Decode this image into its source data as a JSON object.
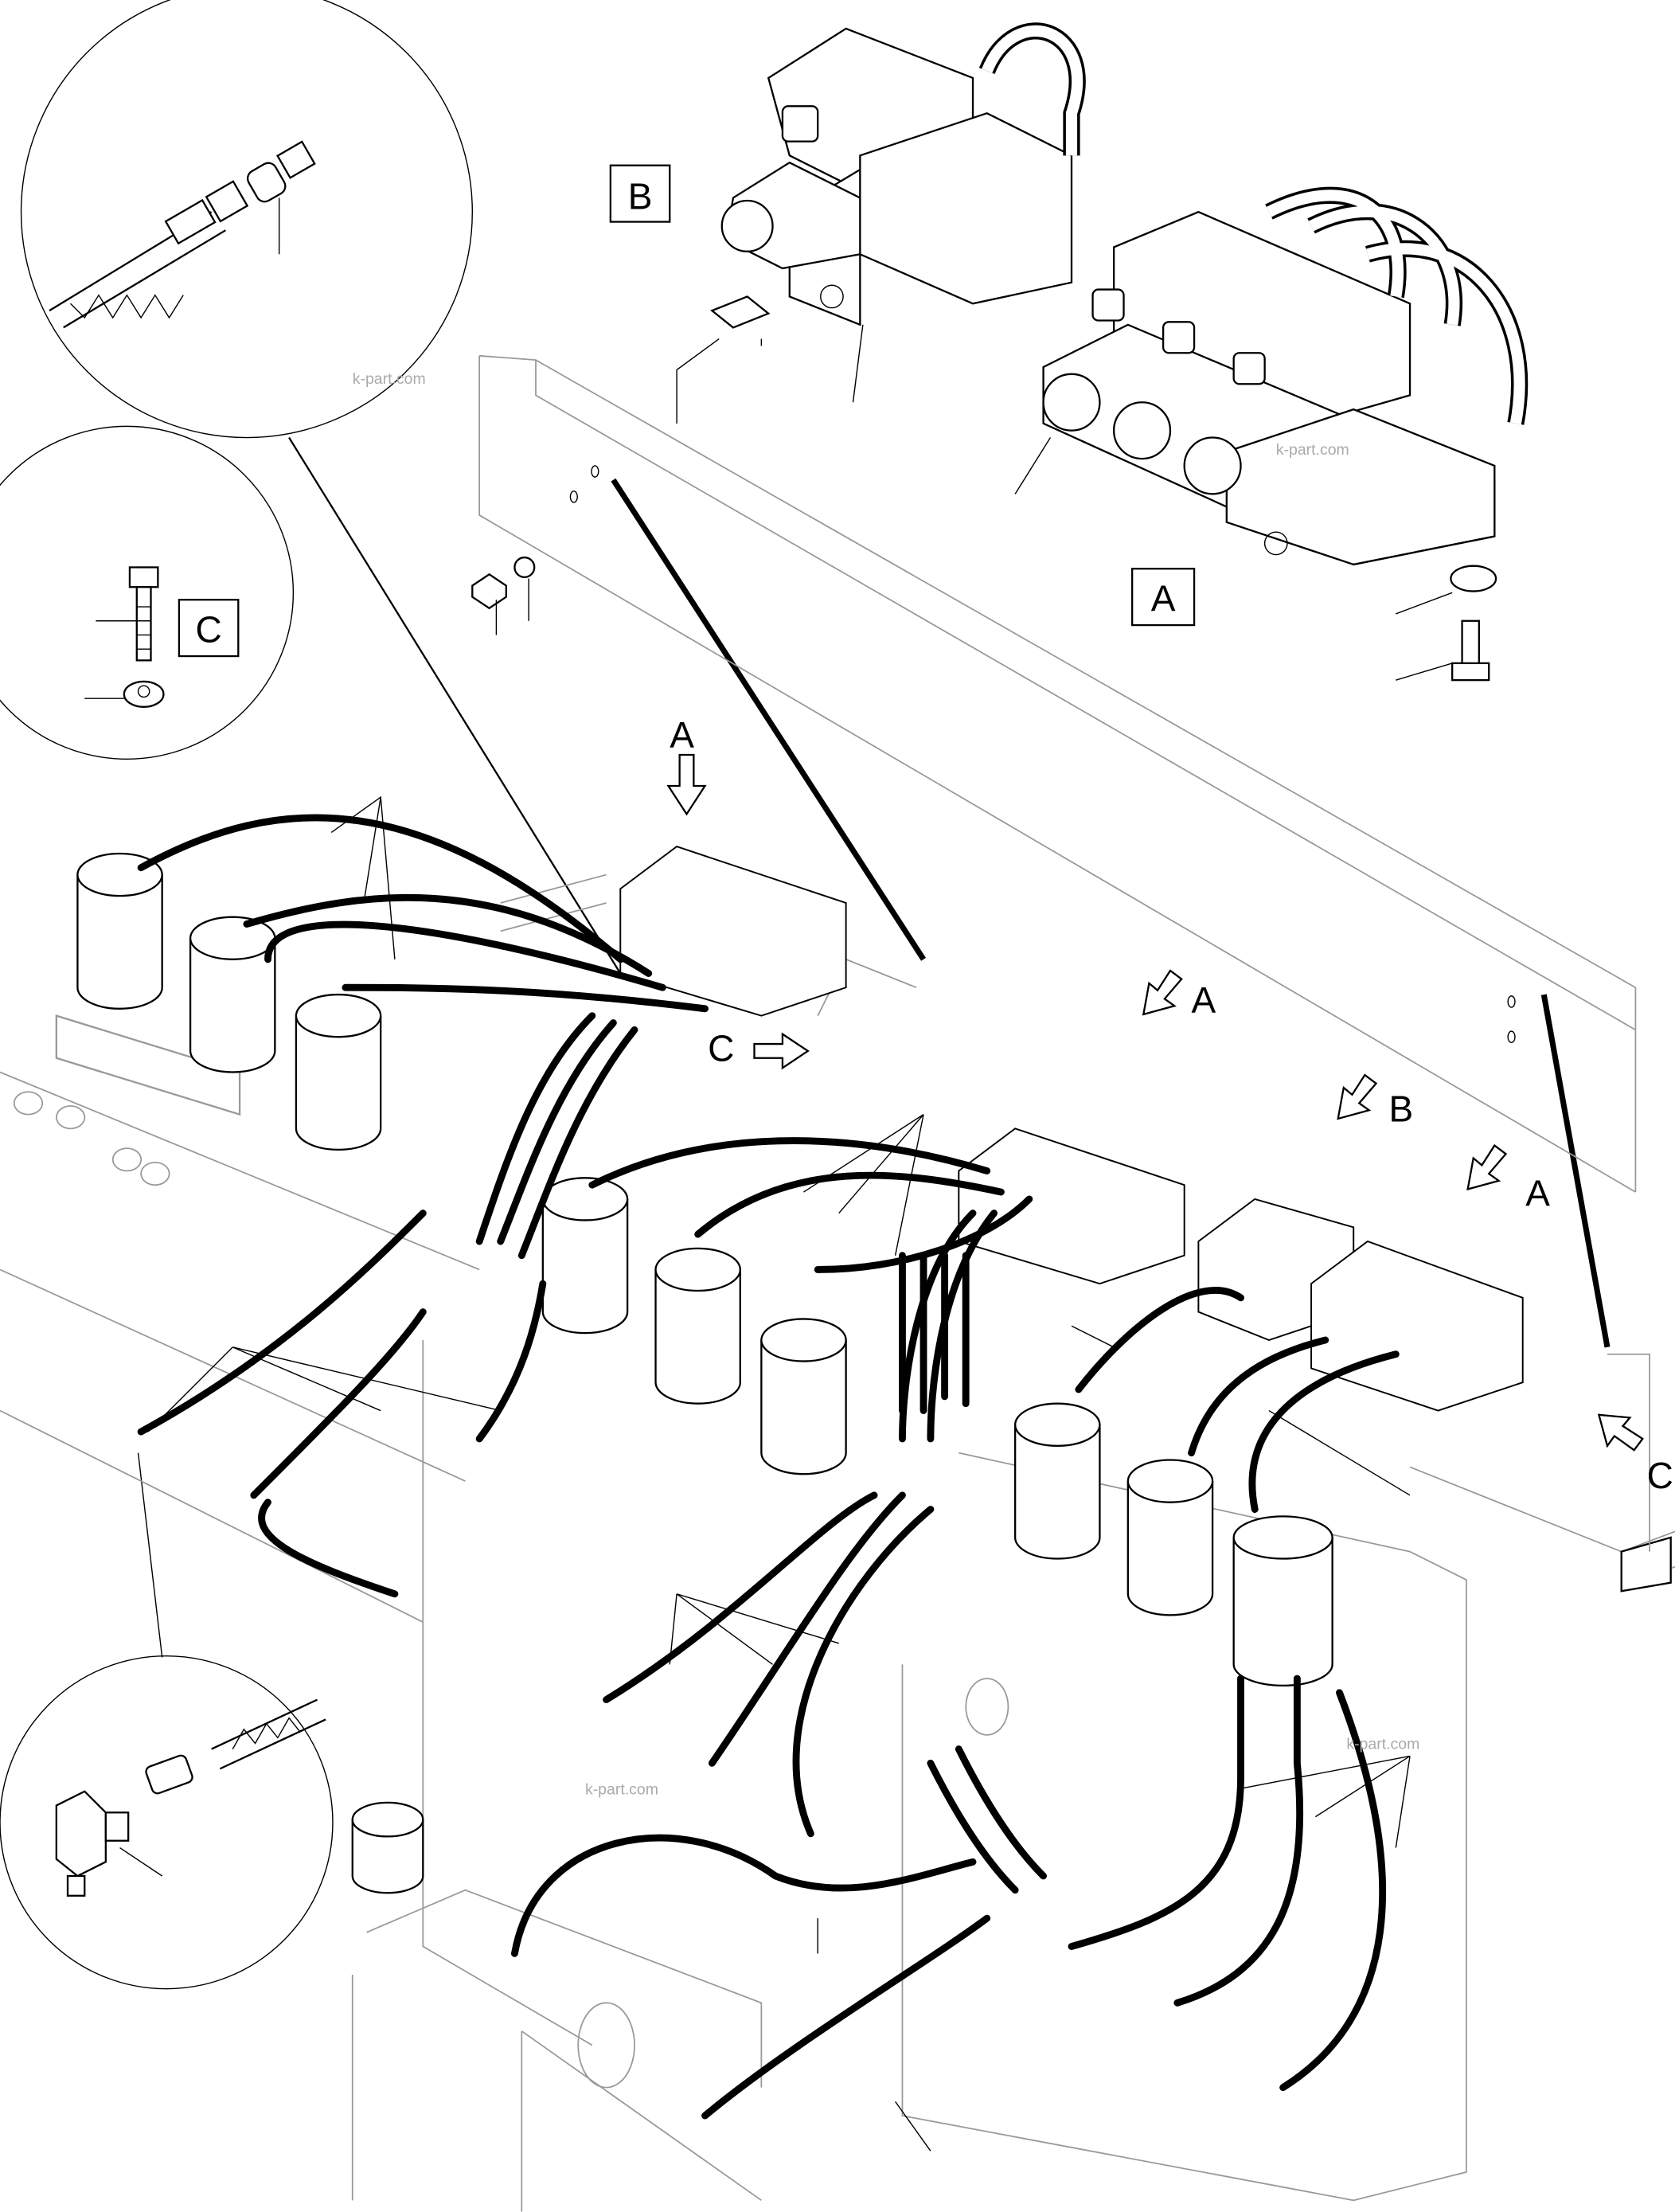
{
  "labels": {
    "box_b": "B",
    "box_a": "A",
    "box_c": "C",
    "arrow_a1": "A",
    "arrow_a2": "A",
    "arrow_a3": "A",
    "arrow_b": "B",
    "arrow_c1": "C",
    "arrow_c2": "C"
  },
  "watermarks": [
    "k-part.com",
    "k-part.com",
    "k-part.com",
    "k-part.com"
  ],
  "colors": {
    "line": "#000000",
    "background": "#ffffff",
    "watermark": "#aaaaaa"
  }
}
